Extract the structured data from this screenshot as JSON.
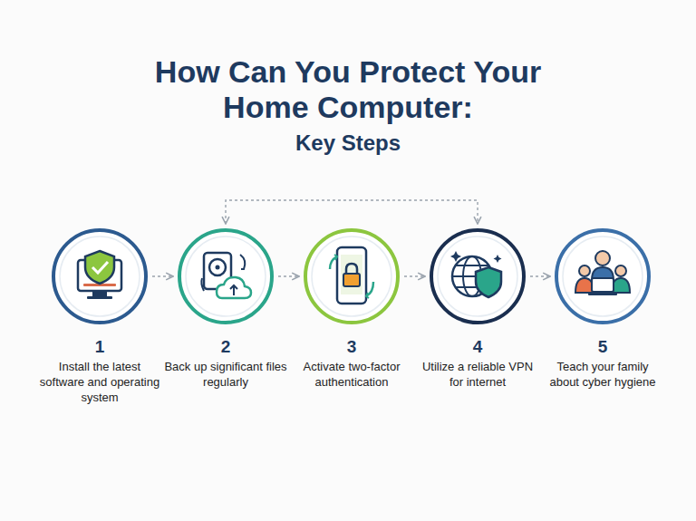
{
  "diagram": {
    "title": "How Can You Protect Your Home Computer:",
    "nodes": [
      {
        "text": [
          "1",
          "Install the latest software and operating system"
        ]
      },
      {
        "text": [
          "2",
          "Back up significant files regularly"
        ]
      },
      {
        "text": [
          "3",
          "Activate two-factor authentication"
        ]
      },
      {
        "text": [
          "4",
          "Utilize a reliable VPN for internet"
        ]
      },
      {
        "text": [
          "5",
          "Teach your family about cyber hygiene"
        ]
      }
    ],
    "edges": [
      {
        "from": 0,
        "to": 1,
        "arrow": "to"
      },
      {
        "from": 1,
        "to": 2,
        "arrow": "to"
      },
      {
        "from": 2,
        "to": 3,
        "arrow": "to"
      },
      {
        "from": 3,
        "to": 4,
        "arrow": "to"
      },
      {
        "from": 1,
        "to": 3,
        "arrow": "both"
      }
    ],
    "labels": [
      "Key Steps"
    ]
  }
}
